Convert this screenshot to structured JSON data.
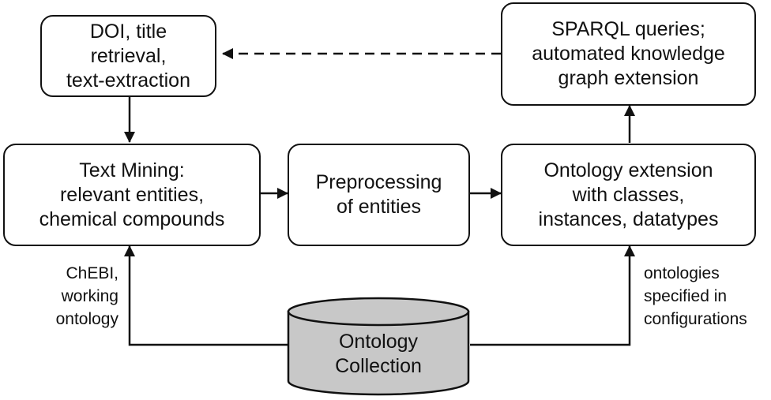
{
  "nodes": {
    "doi_retrieval": {
      "lines": [
        "DOI, title",
        "retrieval,",
        "text-extraction"
      ]
    },
    "sparql": {
      "lines": [
        "SPARQL queries;",
        "automated knowledge",
        "graph extension"
      ]
    },
    "text_mining": {
      "lines": [
        "Text Mining:",
        "relevant entities,",
        "chemical compounds"
      ]
    },
    "preprocessing": {
      "lines": [
        "Preprocessing",
        "of entities"
      ]
    },
    "ontology_extension": {
      "lines": [
        "Ontology extension",
        "with classes,",
        "instances, datatypes"
      ]
    },
    "ontology_collection": {
      "lines": [
        "Ontology",
        "Collection"
      ]
    }
  },
  "edge_labels": {
    "chebi": {
      "lines": [
        "ChEBI,",
        "working",
        "ontology"
      ]
    },
    "configs": {
      "lines": [
        "ontologies",
        "specified in",
        "configurations"
      ]
    }
  },
  "colors": {
    "stroke": "#111111",
    "box_fill": "#ffffff",
    "cylinder_fill": "#c8c8c8"
  }
}
